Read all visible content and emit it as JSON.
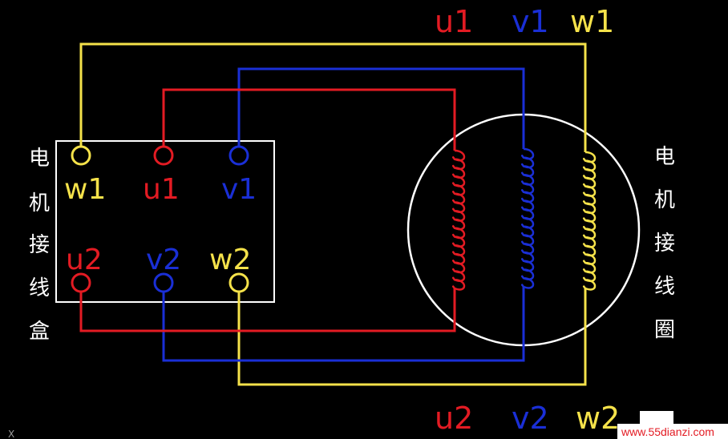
{
  "colors": {
    "background": "#000000",
    "red": "#e31b23",
    "blue": "#1a2fd6",
    "yellow": "#f5e24a",
    "white": "#ffffff"
  },
  "top_labels": {
    "u1": "u1",
    "v1": "v1",
    "w1": "w1"
  },
  "bottom_labels": {
    "u2": "u2",
    "v2": "v2",
    "w2": "w2"
  },
  "box_labels": {
    "w1": "w1",
    "u1": "u1",
    "v1": "v1",
    "u2": "u2",
    "v2": "v2",
    "w2": "w2"
  },
  "left_caption": [
    "电",
    "机",
    "接",
    "线",
    "盒"
  ],
  "right_caption": [
    "电",
    "机",
    "接",
    "线",
    "圈"
  ],
  "watermark": "www.55dianzi.com",
  "corner_mark": "X"
}
